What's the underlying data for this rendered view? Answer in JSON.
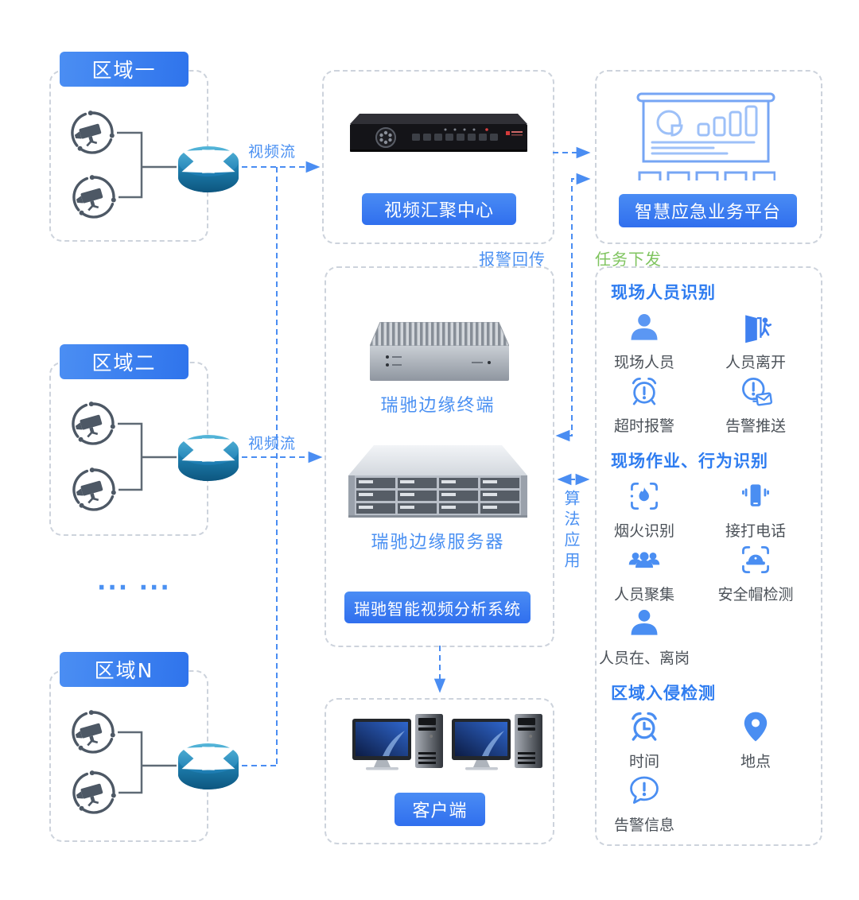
{
  "zones": [
    {
      "label": "区域一"
    },
    {
      "label": "区域二"
    },
    {
      "label": "区域N"
    }
  ],
  "ellipsis": "··· ···",
  "edges": {
    "video_stream_1": "视频流",
    "video_stream_2": "视频流",
    "alarm_return": "报警回传",
    "task_dispatch": "任务下发",
    "algorithm_application": "算法应用"
  },
  "nodes": {
    "aggregation_center": "视频汇聚中心",
    "platform": "智慧应急业务平台",
    "edge_terminal": "瑞驰边缘终端",
    "edge_server": "瑞驰边缘服务器",
    "analysis_system": "瑞驰智能视频分析系统",
    "client": "客户端"
  },
  "panel": {
    "sections": [
      {
        "title": "现场人员识别",
        "items": [
          {
            "label": "现场人员",
            "icon": "person-icon"
          },
          {
            "label": "人员离开",
            "icon": "person-exit-icon"
          },
          {
            "label": "超时报警",
            "icon": "timeout-alarm-icon"
          },
          {
            "label": "告警推送",
            "icon": "alert-push-icon"
          }
        ]
      },
      {
        "title": "现场作业、行为识别",
        "items": [
          {
            "label": "烟火识别",
            "icon": "fire-detect-icon"
          },
          {
            "label": "接打电话",
            "icon": "phone-call-icon"
          },
          {
            "label": "人员聚集",
            "icon": "crowd-icon"
          },
          {
            "label": "安全帽检测",
            "icon": "helmet-detect-icon"
          },
          {
            "label": "人员在、离岗",
            "icon": "person-duty-icon"
          }
        ]
      },
      {
        "title": "区域入侵检测",
        "items": [
          {
            "label": "时间",
            "icon": "time-clock-icon"
          },
          {
            "label": "地点",
            "icon": "location-pin-icon"
          },
          {
            "label": "告警信息",
            "icon": "alert-message-icon"
          }
        ]
      }
    ]
  },
  "colors": {
    "primary_blue": "#3b7ef2",
    "icon_blue": "#4a8ef2",
    "task_green": "#7fc45f",
    "dashed_border": "#cdd3dc",
    "label_text": "#4b5158",
    "camera_gray": "#4d5865",
    "router_teal": "#1b7ab0"
  }
}
